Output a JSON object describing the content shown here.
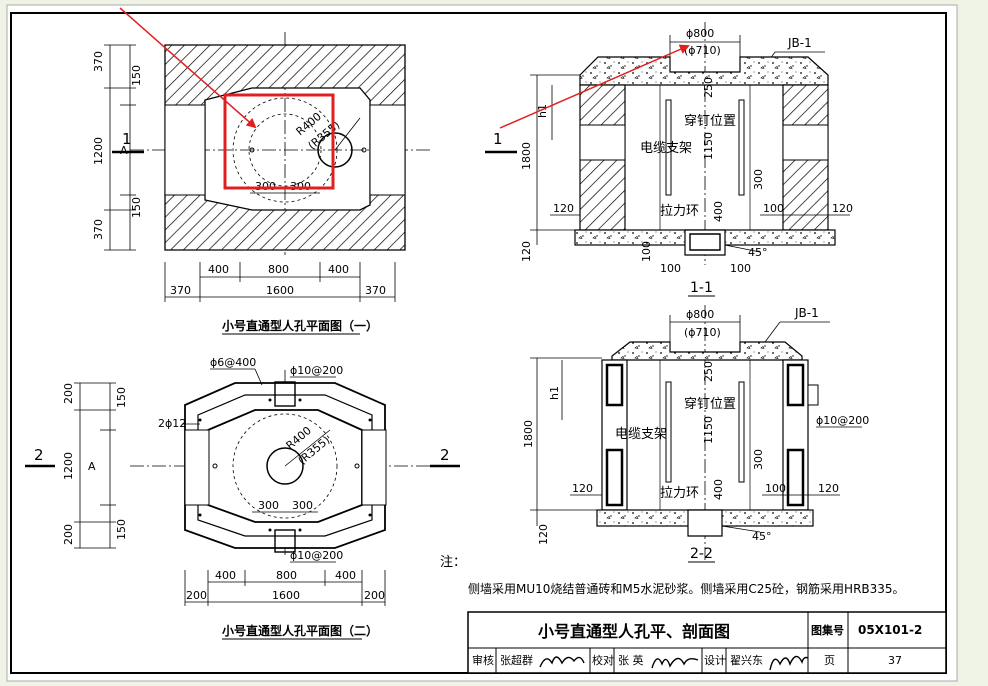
{
  "plan1": {
    "caption": "小号直通型人孔平面图（一）",
    "dims_left": [
      "370",
      "150",
      "1200",
      "A",
      "150",
      "370"
    ],
    "dims_bottom_top": [
      "400",
      "800",
      "400"
    ],
    "dims_bottom": [
      "370",
      "1600",
      "370"
    ],
    "radius_outer": "R400",
    "radius_inner": "(R355)",
    "spacing_left": "300",
    "spacing_right": "300",
    "section_mark_left": "1",
    "section_mark_right": "1"
  },
  "plan2": {
    "caption": "小号直通型人孔平面图（二）",
    "rebar_top_left": "ϕ6@400",
    "rebar_top_right": "ϕ10@200",
    "rebar_bottom": "ϕ10@200",
    "rebar_side": "2ϕ12",
    "dims_left": [
      "200",
      "150",
      "1200",
      "A",
      "150",
      "200"
    ],
    "dims_bottom_top": [
      "400",
      "800",
      "400"
    ],
    "dims_bottom": [
      "200",
      "1600",
      "200"
    ],
    "radius_outer": "R400",
    "radius_inner": "(R355)",
    "spacing_left": "300",
    "spacing_right": "300",
    "section_mark_left": "2",
    "section_mark_right": "2"
  },
  "section1": {
    "label": "1-1",
    "dia_outer": "ϕ800",
    "dia_inner": "(ϕ710)",
    "cover": "JB-1",
    "h1": "h1",
    "total_height": "1800",
    "dim_250": "250",
    "dim_1150": "1150",
    "dim_400": "400",
    "dim_300": "300",
    "dim_120_left": "120",
    "dim_120_right": "120",
    "dim_100_right": "100",
    "dim_base": "120",
    "dim_100_a": "100",
    "dim_100_b": "100",
    "dim_100_c": "100",
    "angle": "45°",
    "label_nail": "穿钉位置",
    "label_bracket": "电缆支架",
    "label_ring": "拉力环"
  },
  "section2": {
    "label": "2-2",
    "dia_outer": "ϕ800",
    "dia_inner": "(ϕ710)",
    "cover": "JB-1",
    "h1": "h1",
    "total_height": "1800",
    "dim_250": "250",
    "dim_1150": "1150",
    "dim_400": "400",
    "dim_300": "300",
    "dim_120_left": "120",
    "dim_120_right": "120",
    "dim_100_right": "100",
    "dim_base": "120",
    "rebar": "ϕ10@200",
    "angle": "45°",
    "label_nail": "穿钉位置",
    "label_bracket": "电缆支架",
    "label_ring": "拉力环"
  },
  "notes": {
    "heading": "注：",
    "text": "侧墙采用MU10烧结普通砖和M5水泥砂浆。侧墙采用C25砼，钢筋采用HRB335。"
  },
  "title_block": {
    "title": "小号直通型人孔平、剖面图",
    "atlas_label": "图集号",
    "atlas_no": "05X101-2",
    "page_label": "页",
    "page_no": "37",
    "review_label": "审核",
    "review_name": "张超群",
    "check_label": "校对",
    "check_name": "张 英",
    "design_label": "设计",
    "design_name": "翟兴东"
  },
  "colors": {
    "annotation": "#e02020",
    "paper": "#ffffff",
    "frame": "#eef3e6"
  }
}
